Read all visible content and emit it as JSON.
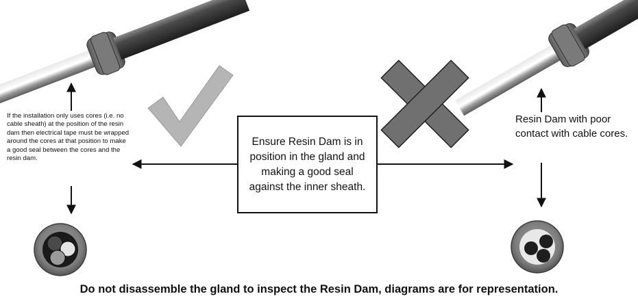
{
  "left_note": "If the installation only uses cores (i.e. no cable sheath) at the position of the resin dam then electrical tape must be wrapped around the cores at that position to make a good seal between the cores and the resin dam.",
  "center_box": "Ensure Resin Dam is in position in the gland and making a good seal against the inner sheath.",
  "right_note": "Resin Dam with poor contact with cable cores.",
  "footer_note": "Do not disassemble the gland to inspect the Resin Dam, diagrams are for representation.",
  "icons": {
    "correct": "check-mark-icon",
    "incorrect": "cross-mark-icon"
  },
  "colors": {
    "cable_dark": "#3a3a3a",
    "check": "#b5b5b5",
    "cross": "#707070",
    "line": "#111111"
  }
}
